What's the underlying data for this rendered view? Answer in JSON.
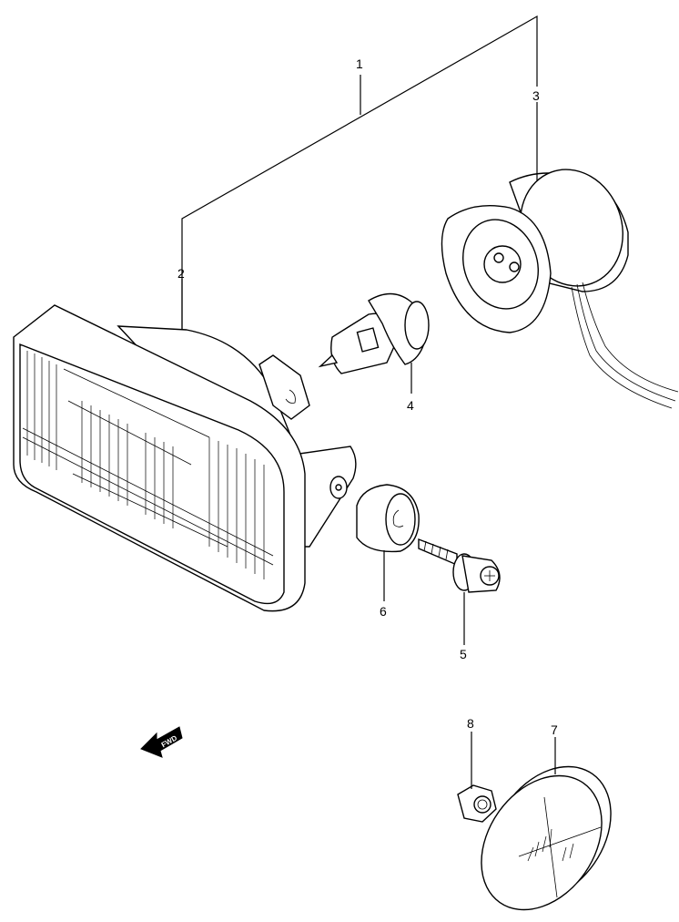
{
  "callouts": {
    "p1": "1",
    "p2": "2",
    "p3": "3",
    "p4": "4",
    "p5": "5",
    "p6": "6",
    "p7": "7",
    "p8": "8"
  },
  "fwd_arrow": {
    "label": "FWD"
  }
}
